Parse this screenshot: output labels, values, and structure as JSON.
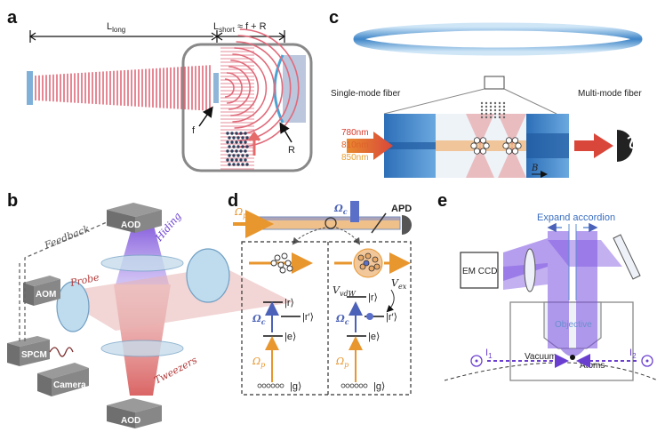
{
  "panels": {
    "a": {
      "label": "a",
      "l_long": "L",
      "l_long_sub": "long",
      "l_short": "L",
      "l_short_sub": "short",
      "l_short_rest": " ≈ f + R",
      "f": "f",
      "r": "R"
    },
    "b": {
      "label": "b",
      "aod_top": "AOD",
      "aod_bottom": "AOD",
      "aom": "AOM",
      "spcm": "SPCM",
      "camera": "Camera",
      "feedback": "Feedback",
      "probe": "Probe",
      "hiding": "Hiding",
      "tweezers": "Tweezers"
    },
    "c": {
      "label": "c",
      "single_mode_fiber": "Single-mode fiber",
      "multi_mode_fiber": "Multi-mode fiber",
      "wl_780": "780nm",
      "wl_810": "810nm",
      "wl_850": "850nm",
      "b_field": "B",
      "colors": {
        "wl_780": "#d93a2b",
        "wl_810": "#e0622a",
        "wl_850": "#e8a031"
      }
    },
    "d": {
      "label": "d",
      "omega_p": "Ω",
      "omega_p_sub": "p",
      "omega_c": "Ω",
      "omega_c_sub": "c",
      "apd": "APD",
      "ket_r": "|r⟩",
      "ket_rprime": "|r′⟩",
      "ket_e": "|e⟩",
      "ket_g": "|g⟩",
      "v_vdw": "V",
      "v_vdw_sub": "vdW",
      "v_ex": "V",
      "v_ex_sub": "ex"
    },
    "e": {
      "label": "e",
      "expand_accordion": "Expand accordion",
      "em_ccd": "EM CCD",
      "objective": "Objective",
      "vacuum": "Vacuum",
      "atoms": "Atoms",
      "i1": "I",
      "i1_sub": "1",
      "i2": "I",
      "i2_sub": "2"
    }
  }
}
